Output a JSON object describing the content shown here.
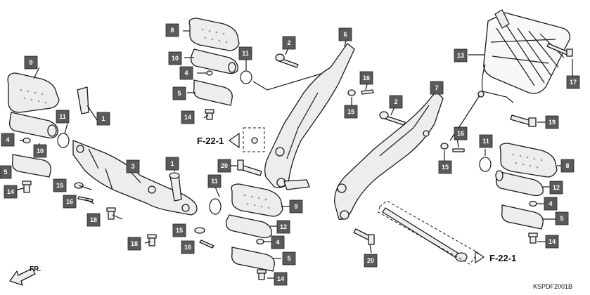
{
  "callouts": [
    {
      "id": "c8a",
      "label": "8"
    },
    {
      "id": "c10a",
      "label": "10"
    },
    {
      "id": "c4a",
      "label": "4"
    },
    {
      "id": "c11a",
      "label": "11"
    },
    {
      "id": "c5a",
      "label": "5"
    },
    {
      "id": "c14a",
      "label": "14"
    },
    {
      "id": "c2a",
      "label": "2"
    },
    {
      "id": "c6",
      "label": "6"
    },
    {
      "id": "c16a",
      "label": "16"
    },
    {
      "id": "c15a",
      "label": "15"
    },
    {
      "id": "c13",
      "label": "13"
    },
    {
      "id": "c17",
      "label": "17"
    },
    {
      "id": "c9a",
      "label": "9"
    },
    {
      "id": "c11b",
      "label": "11"
    },
    {
      "id": "c1a",
      "label": "1"
    },
    {
      "id": "c4b",
      "label": "4"
    },
    {
      "id": "c10b",
      "label": "10"
    },
    {
      "id": "c5b",
      "label": "5"
    },
    {
      "id": "c14b",
      "label": "14"
    },
    {
      "id": "c15b",
      "label": "15"
    },
    {
      "id": "c16b",
      "label": "16"
    },
    {
      "id": "c3",
      "label": "3"
    },
    {
      "id": "c1b",
      "label": "1"
    },
    {
      "id": "c18a",
      "label": "18"
    },
    {
      "id": "c18b",
      "label": "18"
    },
    {
      "id": "c15c",
      "label": "15"
    },
    {
      "id": "c16c",
      "label": "16"
    },
    {
      "id": "c20a",
      "label": "20"
    },
    {
      "id": "c11c",
      "label": "11"
    },
    {
      "id": "c9b",
      "label": "9"
    },
    {
      "id": "c12a",
      "label": "12"
    },
    {
      "id": "c4c",
      "label": "4"
    },
    {
      "id": "c5c",
      "label": "5"
    },
    {
      "id": "c14c",
      "label": "14"
    },
    {
      "id": "c2b",
      "label": "2"
    },
    {
      "id": "c7",
      "label": "7"
    },
    {
      "id": "c19",
      "label": "19"
    },
    {
      "id": "c16d",
      "label": "16"
    },
    {
      "id": "c15d",
      "label": "15"
    },
    {
      "id": "c11d",
      "label": "11"
    },
    {
      "id": "c8b",
      "label": "8"
    },
    {
      "id": "c12b",
      "label": "12"
    },
    {
      "id": "c4d",
      "label": "4"
    },
    {
      "id": "c5d",
      "label": "5"
    },
    {
      "id": "c14d",
      "label": "14"
    },
    {
      "id": "c20b",
      "label": "20"
    }
  ],
  "references": {
    "ref1": "F-22-1",
    "ref2": "F-22-1"
  },
  "direction_label": "FR.",
  "diagram_code": "KSPDF2001B"
}
